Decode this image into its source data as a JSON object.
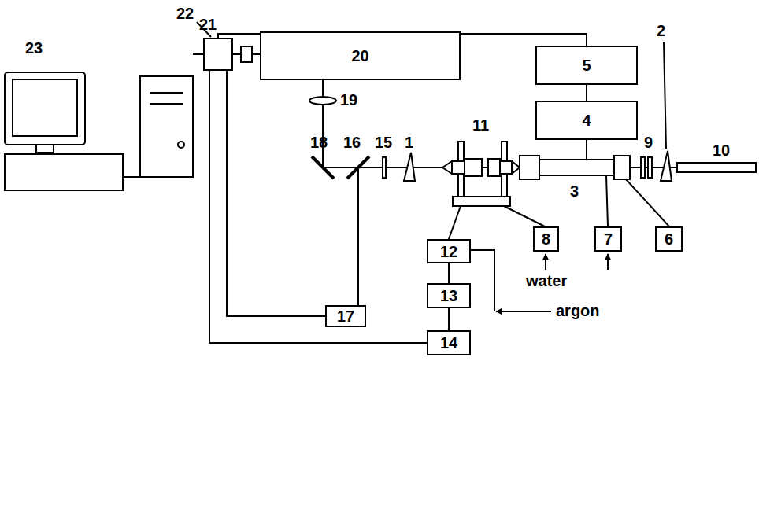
{
  "diagram": {
    "nodes": [
      {
        "text": [
          "22"
        ]
      },
      {
        "text": [
          "20"
        ]
      },
      {
        "text": [
          "5"
        ]
      },
      {
        "text": [
          "4"
        ]
      },
      {
        "text": [
          "17"
        ]
      },
      {
        "text": [
          "12"
        ]
      },
      {
        "text": [
          "8"
        ]
      },
      {
        "text": [
          "7"
        ]
      },
      {
        "text": [
          "6"
        ]
      },
      {
        "text": [
          "13"
        ]
      },
      {
        "text": [
          "14"
        ]
      }
    ],
    "edges": [
      {
        "from": 0,
        "to": 2,
        "label": "21",
        "arrow": "none"
      },
      {
        "from": 2,
        "to": 3,
        "arrow": "none"
      },
      {
        "from": 0,
        "to": 1,
        "arrow": "none"
      },
      {
        "from": 0,
        "to": 4,
        "arrow": "none"
      },
      {
        "from": 0,
        "to": 10,
        "arrow": "none"
      },
      {
        "from": 5,
        "to": 9,
        "arrow": "none"
      },
      {
        "from": 9,
        "to": 10,
        "arrow": "none"
      }
    ],
    "labels": [
      "23",
      "1",
      "2",
      "3",
      "9",
      "10",
      "11",
      "15",
      "16",
      "18",
      "19",
      "water",
      "argon"
    ]
  }
}
